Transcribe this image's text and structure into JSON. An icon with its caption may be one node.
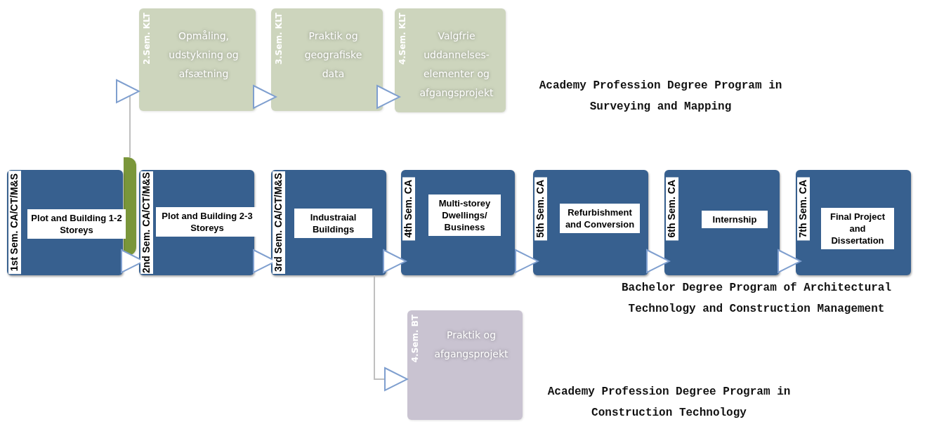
{
  "diagram": {
    "nodes": [
      {
        "text": [
          "2.Sem. KLT",
          "Opmåling, udstykning og afsætning"
        ]
      },
      {
        "text": [
          "3.Sem. KLT",
          "Praktik og geografiske data"
        ]
      },
      {
        "text": [
          "4.Sem. KLT",
          "Valgfrie uddannelses-elementer og afgangsprojekt"
        ]
      },
      {
        "text": [],
        "shape": "box"
      },
      {
        "text": [
          "1st Sem. CA/CT/M&S",
          "Plot and Building 1-2 Storeys"
        ]
      },
      {
        "text": [
          "2nd Sem. CA/CT/M&S",
          "Plot and Building 2-3 Storeys"
        ]
      },
      {
        "text": [
          "3rd Sem. CA/CT/M&S",
          "Industraial Buildings"
        ]
      },
      {
        "text": [
          "4th Sem. CA",
          "Multi-storey Dwellings/ Business"
        ]
      },
      {
        "text": [
          "5th Sem. CA",
          "Refurbishment and Conversion"
        ]
      },
      {
        "text": [
          "6th Sem. CA",
          "Internship"
        ]
      },
      {
        "text": [
          "7th Sem. CA",
          "Final Project and Dissertation"
        ]
      },
      {
        "text": [
          "4.Sem. BT",
          "Praktik og afgangsprojekt"
        ]
      }
    ],
    "edges": [
      {
        "from": 3,
        "to": 0,
        "arrow": "to",
        "color": "#bfbfbf"
      },
      {
        "from": 0,
        "to": 1,
        "arrow": "to"
      },
      {
        "from": 1,
        "to": 2,
        "arrow": "to"
      },
      {
        "from": 4,
        "to": 5,
        "arrow": "to"
      },
      {
        "from": 5,
        "to": 6,
        "arrow": "to"
      },
      {
        "from": 6,
        "to": 7,
        "arrow": "to"
      },
      {
        "from": 7,
        "to": 8,
        "arrow": "to"
      },
      {
        "from": 8,
        "to": 9,
        "arrow": "to"
      },
      {
        "from": 9,
        "to": 10,
        "arrow": "to"
      },
      {
        "from": 6,
        "to": 11,
        "arrow": "to",
        "color": "#bfbfbf"
      }
    ],
    "labels": [
      "Academy Profession Degree Program in Surveying and Mapping",
      "Bachelor Degree Program of Architectural Technology and Construction Management",
      "Academy Profession Degree Program in Construction Technology"
    ]
  }
}
